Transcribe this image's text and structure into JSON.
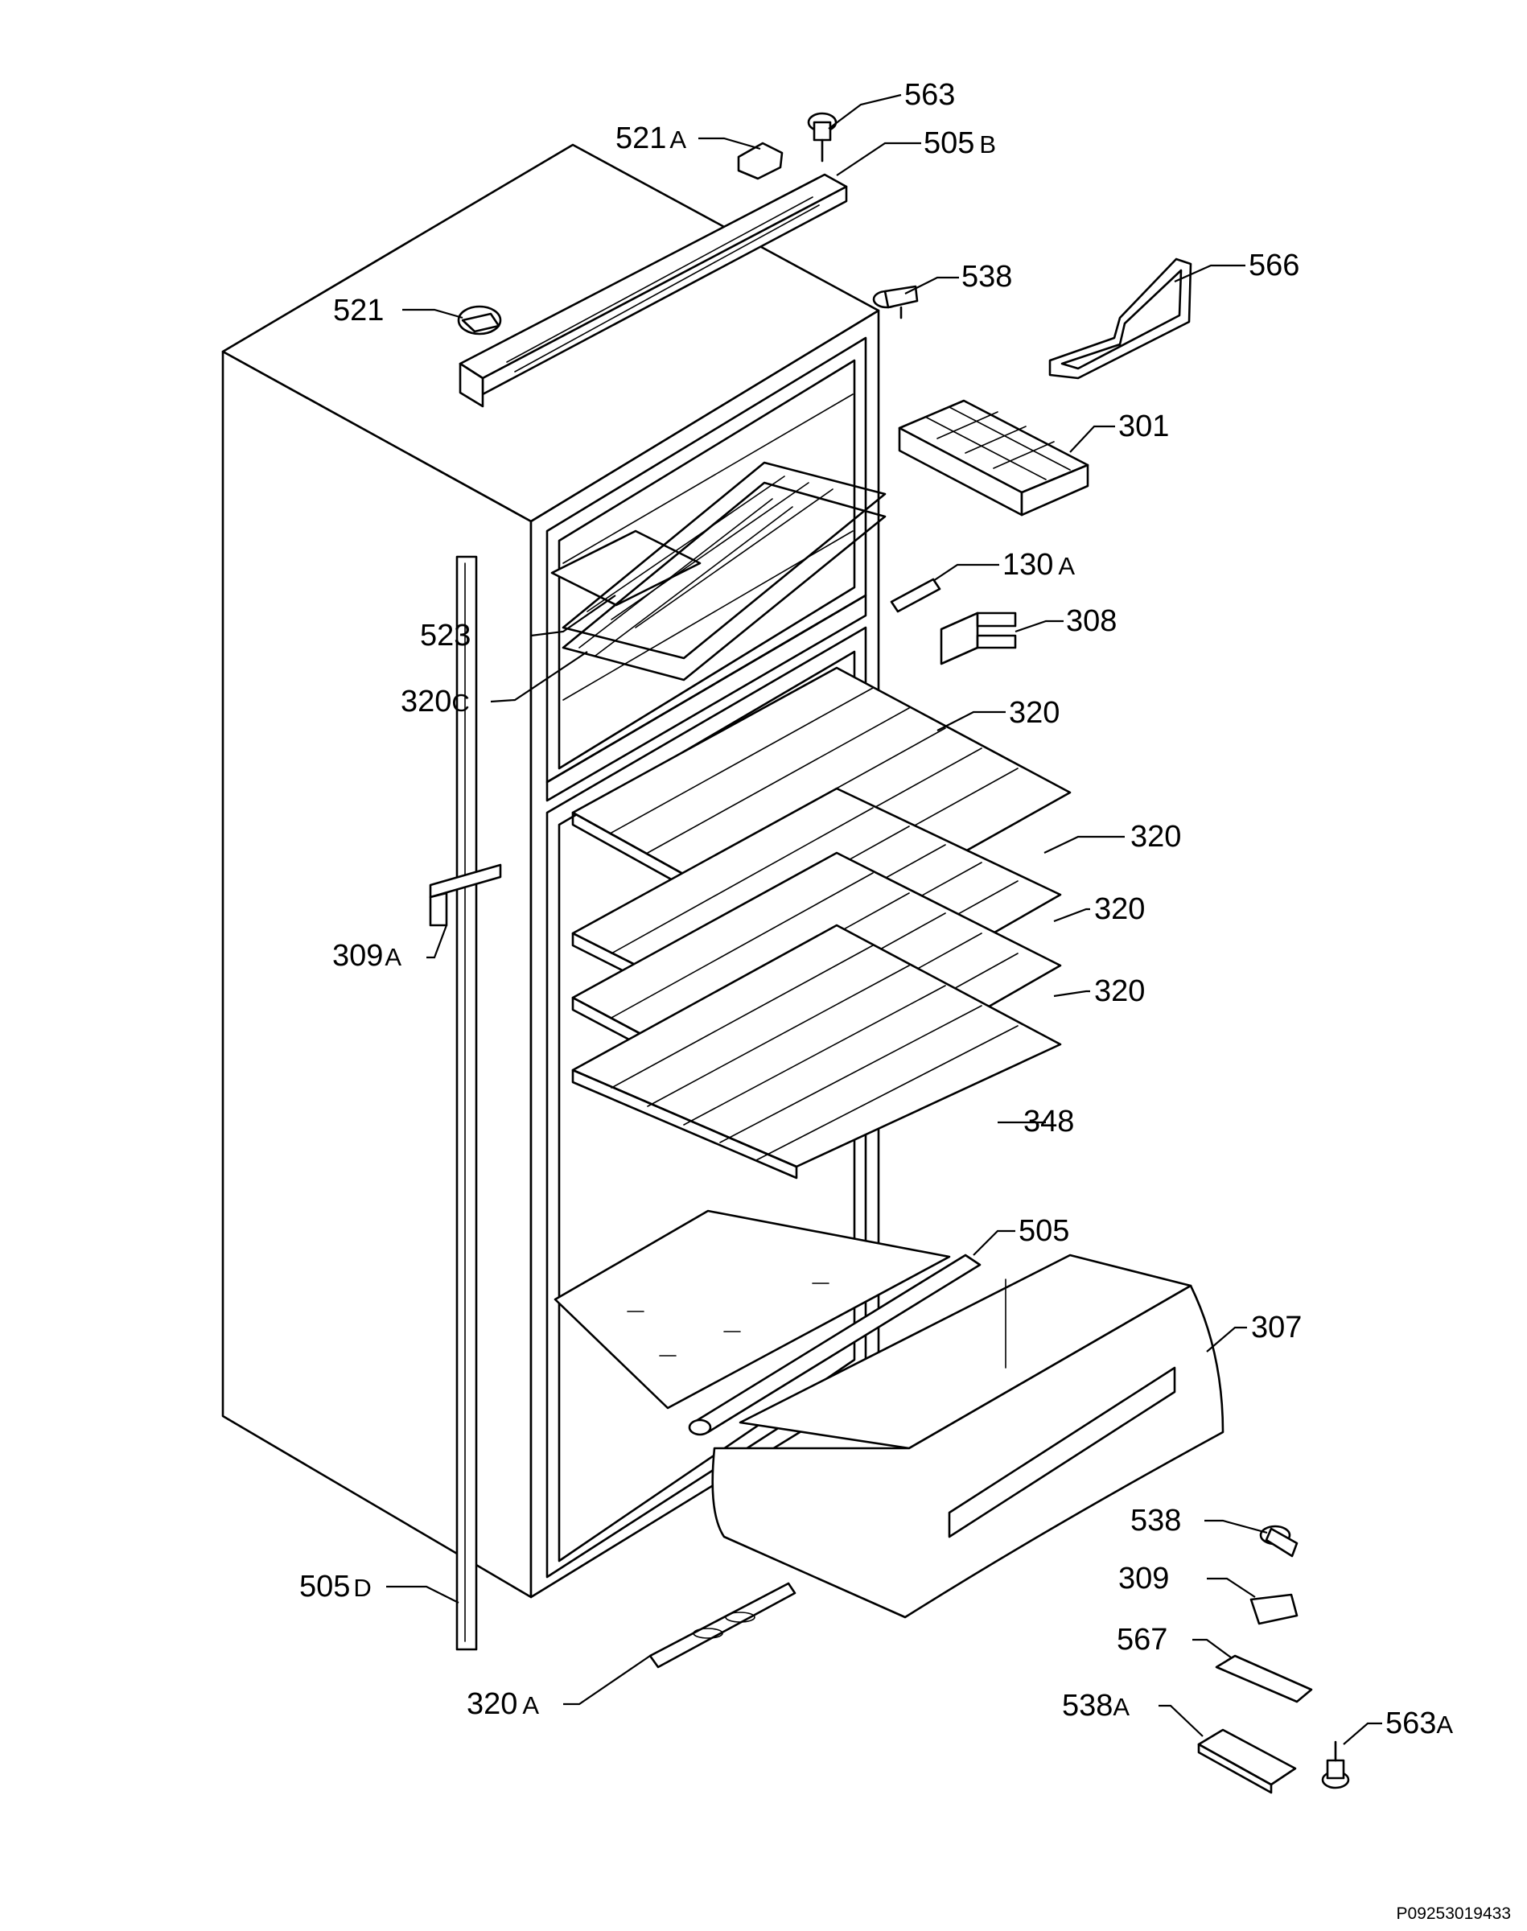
{
  "labels": [
    {
      "id": "563",
      "num": "563",
      "suffix": ""
    },
    {
      "id": "521A",
      "num": "521",
      "suffix": "A"
    },
    {
      "id": "505B",
      "num": "505",
      "suffix": "B"
    },
    {
      "id": "538-top",
      "num": "538",
      "suffix": ""
    },
    {
      "id": "566",
      "num": "566",
      "suffix": ""
    },
    {
      "id": "521",
      "num": "521",
      "suffix": ""
    },
    {
      "id": "301",
      "num": "301",
      "suffix": ""
    },
    {
      "id": "130A",
      "num": "130",
      "suffix": "A"
    },
    {
      "id": "308",
      "num": "308",
      "suffix": ""
    },
    {
      "id": "523",
      "num": "523",
      "suffix": ""
    },
    {
      "id": "320C",
      "num": "320",
      "suffix": "C"
    },
    {
      "id": "320-1",
      "num": "320",
      "suffix": ""
    },
    {
      "id": "320-2",
      "num": "320",
      "suffix": ""
    },
    {
      "id": "320-3",
      "num": "320",
      "suffix": ""
    },
    {
      "id": "320-4",
      "num": "320",
      "suffix": ""
    },
    {
      "id": "309A",
      "num": "309",
      "suffix": "A"
    },
    {
      "id": "348",
      "num": "348",
      "suffix": ""
    },
    {
      "id": "505",
      "num": "505",
      "suffix": ""
    },
    {
      "id": "307",
      "num": "307",
      "suffix": ""
    },
    {
      "id": "538-bottom",
      "num": "538",
      "suffix": ""
    },
    {
      "id": "309",
      "num": "309",
      "suffix": ""
    },
    {
      "id": "567",
      "num": "567",
      "suffix": ""
    },
    {
      "id": "505D",
      "num": "505",
      "suffix": "D"
    },
    {
      "id": "538A",
      "num": "538",
      "suffix": "A"
    },
    {
      "id": "563A",
      "num": "563",
      "suffix": "A"
    },
    {
      "id": "320A",
      "num": "320",
      "suffix": "A"
    }
  ],
  "drawing_code": "P09253019433"
}
